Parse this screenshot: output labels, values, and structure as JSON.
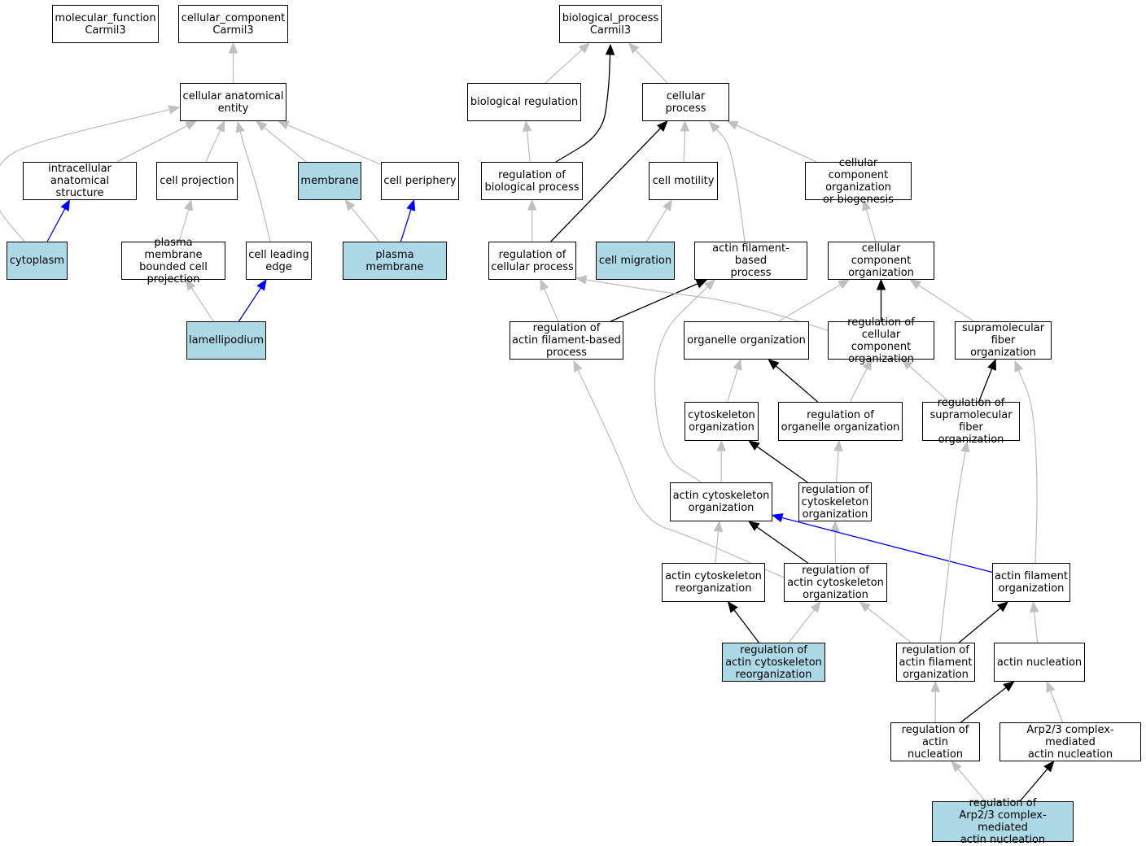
{
  "graph": {
    "colors": {
      "hit": "#add8e6",
      "plain": "#ffffff",
      "gray_edge": "#c0c0c0",
      "black_edge": "#000000",
      "blue_edge": "#0000ff"
    },
    "nodes": [
      {
        "id": "mf",
        "label": "molecular_function\nCarmil3",
        "hit": false
      },
      {
        "id": "cc",
        "label": "cellular_component\nCarmil3",
        "hit": false
      },
      {
        "id": "bp",
        "label": "biological_process\nCarmil3",
        "hit": false
      },
      {
        "id": "cae",
        "label": "cellular anatomical\nentity",
        "hit": false
      },
      {
        "id": "breg",
        "label": "biological regulation",
        "hit": false
      },
      {
        "id": "cproc",
        "label": "cellular process",
        "hit": false
      },
      {
        "id": "ias",
        "label": "intracellular\nanatomical structure",
        "hit": false
      },
      {
        "id": "cproj",
        "label": "cell projection",
        "hit": false
      },
      {
        "id": "memb",
        "label": "membrane",
        "hit": true
      },
      {
        "id": "cperi",
        "label": "cell periphery",
        "hit": false
      },
      {
        "id": "rbp",
        "label": "regulation of\nbiological process",
        "hit": false
      },
      {
        "id": "cmot",
        "label": "cell motility",
        "hit": false
      },
      {
        "id": "ccob",
        "label": "cellular component\norganization\nor biogenesis",
        "hit": false
      },
      {
        "id": "cyto",
        "label": "cytoplasm",
        "hit": true
      },
      {
        "id": "pmbcp",
        "label": "plasma membrane\nbounded cell\nprojection",
        "hit": false
      },
      {
        "id": "cle",
        "label": "cell leading\nedge",
        "hit": false
      },
      {
        "id": "pm",
        "label": "plasma membrane",
        "hit": true
      },
      {
        "id": "rcp",
        "label": "regulation of\ncellular process",
        "hit": false
      },
      {
        "id": "cmig",
        "label": "cell migration",
        "hit": true
      },
      {
        "id": "afbp",
        "label": "actin filament-based\nprocess",
        "hit": false
      },
      {
        "id": "cco",
        "label": "cellular component\norganization",
        "hit": false
      },
      {
        "id": "lam",
        "label": "lamellipodium",
        "hit": true
      },
      {
        "id": "rafbp",
        "label": "regulation of\nactin filament-based\nprocess",
        "hit": false
      },
      {
        "id": "oo",
        "label": "organelle organization",
        "hit": false
      },
      {
        "id": "rcco",
        "label": "regulation of\ncellular component\norganization",
        "hit": false
      },
      {
        "id": "sfo",
        "label": "supramolecular\nfiber organization",
        "hit": false
      },
      {
        "id": "cso",
        "label": "cytoskeleton\norganization",
        "hit": false
      },
      {
        "id": "roo",
        "label": "regulation of\norganelle organization",
        "hit": false
      },
      {
        "id": "rsfo",
        "label": "regulation of\nsupramolecular\nfiber organization",
        "hit": false
      },
      {
        "id": "aco",
        "label": "actin cytoskeleton\norganization",
        "hit": false
      },
      {
        "id": "rcso",
        "label": "regulation of\ncytoskeleton\norganization",
        "hit": false
      },
      {
        "id": "acr",
        "label": "actin cytoskeleton\nreorganization",
        "hit": false
      },
      {
        "id": "raco",
        "label": "regulation of\nactin cytoskeleton\norganization",
        "hit": false
      },
      {
        "id": "afo",
        "label": "actin filament\norganization",
        "hit": false
      },
      {
        "id": "racr",
        "label": "regulation of\nactin cytoskeleton\nreorganization",
        "hit": true
      },
      {
        "id": "rafo",
        "label": "regulation of\nactin filament\norganization",
        "hit": false
      },
      {
        "id": "an",
        "label": "actin nucleation",
        "hit": false
      },
      {
        "id": "ran",
        "label": "regulation of\nactin nucleation",
        "hit": false
      },
      {
        "id": "arp",
        "label": "Arp2/3 complex-mediated\nactin nucleation",
        "hit": false
      },
      {
        "id": "rarp",
        "label": "regulation of\nArp2/3 complex-mediated\nactin nucleation",
        "hit": true
      }
    ],
    "edges": [
      {
        "from": "cae",
        "to": "cc",
        "kind": "gray"
      },
      {
        "from": "ias",
        "to": "cae",
        "kind": "gray"
      },
      {
        "from": "cproj",
        "to": "cae",
        "kind": "gray"
      },
      {
        "from": "memb",
        "to": "cae",
        "kind": "gray"
      },
      {
        "from": "cperi",
        "to": "cae",
        "kind": "gray"
      },
      {
        "from": "cyto",
        "to": "cae",
        "kind": "gray"
      },
      {
        "from": "cle",
        "to": "cae",
        "kind": "gray"
      },
      {
        "from": "cyto",
        "to": "ias",
        "kind": "blue"
      },
      {
        "from": "pmbcp",
        "to": "cproj",
        "kind": "gray"
      },
      {
        "from": "pm",
        "to": "memb",
        "kind": "gray"
      },
      {
        "from": "pm",
        "to": "cperi",
        "kind": "blue"
      },
      {
        "from": "lam",
        "to": "pmbcp",
        "kind": "gray"
      },
      {
        "from": "lam",
        "to": "cle",
        "kind": "blue"
      },
      {
        "from": "breg",
        "to": "bp",
        "kind": "gray"
      },
      {
        "from": "cproc",
        "to": "bp",
        "kind": "gray"
      },
      {
        "from": "rbp",
        "to": "bp",
        "kind": "black"
      },
      {
        "from": "rbp",
        "to": "breg",
        "kind": "gray"
      },
      {
        "from": "rcp",
        "to": "rbp",
        "kind": "gray"
      },
      {
        "from": "rcp",
        "to": "cproc",
        "kind": "black"
      },
      {
        "from": "cmot",
        "to": "cproc",
        "kind": "gray"
      },
      {
        "from": "afbp",
        "to": "cproc",
        "kind": "gray"
      },
      {
        "from": "ccob",
        "to": "cproc",
        "kind": "gray"
      },
      {
        "from": "cmig",
        "to": "cmot",
        "kind": "gray"
      },
      {
        "from": "cco",
        "to": "ccob",
        "kind": "gray"
      },
      {
        "from": "rafbp",
        "to": "rcp",
        "kind": "gray"
      },
      {
        "from": "rafbp",
        "to": "afbp",
        "kind": "black"
      },
      {
        "from": "rcco",
        "to": "rcp",
        "kind": "gray"
      },
      {
        "from": "rcco",
        "to": "cco",
        "kind": "black"
      },
      {
        "from": "oo",
        "to": "cco",
        "kind": "gray"
      },
      {
        "from": "sfo",
        "to": "cco",
        "kind": "gray"
      },
      {
        "from": "cso",
        "to": "oo",
        "kind": "gray"
      },
      {
        "from": "roo",
        "to": "oo",
        "kind": "black"
      },
      {
        "from": "roo",
        "to": "rcco",
        "kind": "gray"
      },
      {
        "from": "rsfo",
        "to": "rcco",
        "kind": "gray"
      },
      {
        "from": "rsfo",
        "to": "sfo",
        "kind": "black"
      },
      {
        "from": "aco",
        "to": "cso",
        "kind": "gray"
      },
      {
        "from": "aco",
        "to": "afbp",
        "kind": "gray"
      },
      {
        "from": "rcso",
        "to": "cso",
        "kind": "black"
      },
      {
        "from": "rcso",
        "to": "roo",
        "kind": "gray"
      },
      {
        "from": "raco",
        "to": "rcso",
        "kind": "gray"
      },
      {
        "from": "raco",
        "to": "aco",
        "kind": "black"
      },
      {
        "from": "raco",
        "to": "rafbp",
        "kind": "gray"
      },
      {
        "from": "acr",
        "to": "aco",
        "kind": "gray"
      },
      {
        "from": "afo",
        "to": "aco",
        "kind": "blue"
      },
      {
        "from": "afo",
        "to": "sfo",
        "kind": "gray"
      },
      {
        "from": "racr",
        "to": "acr",
        "kind": "black"
      },
      {
        "from": "racr",
        "to": "raco",
        "kind": "gray"
      },
      {
        "from": "rafo",
        "to": "raco",
        "kind": "gray"
      },
      {
        "from": "rafo",
        "to": "afo",
        "kind": "black"
      },
      {
        "from": "rafo",
        "to": "rsfo",
        "kind": "gray"
      },
      {
        "from": "an",
        "to": "afo",
        "kind": "gray"
      },
      {
        "from": "ran",
        "to": "rafo",
        "kind": "gray"
      },
      {
        "from": "ran",
        "to": "an",
        "kind": "black"
      },
      {
        "from": "arp",
        "to": "an",
        "kind": "gray"
      },
      {
        "from": "rarp",
        "to": "ran",
        "kind": "gray"
      },
      {
        "from": "rarp",
        "to": "arp",
        "kind": "black"
      }
    ]
  }
}
